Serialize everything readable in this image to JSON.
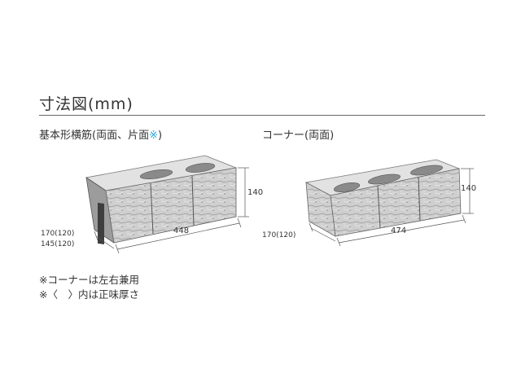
{
  "title": "寸法図(mm)",
  "captions": {
    "left_prefix": "基本形横筋(両面、片面",
    "left_mark": "※",
    "left_suffix": ")",
    "right": "コーナー(両面)"
  },
  "block1": {
    "height": "140",
    "length": "448",
    "depth_a": "170(120)",
    "depth_b": "145(120)"
  },
  "block2": {
    "height": "140",
    "length": "474",
    "depth": "170(120)"
  },
  "notes": [
    "※コーナーは左右兼用",
    "※〈　〉内は正味厚さ"
  ]
}
